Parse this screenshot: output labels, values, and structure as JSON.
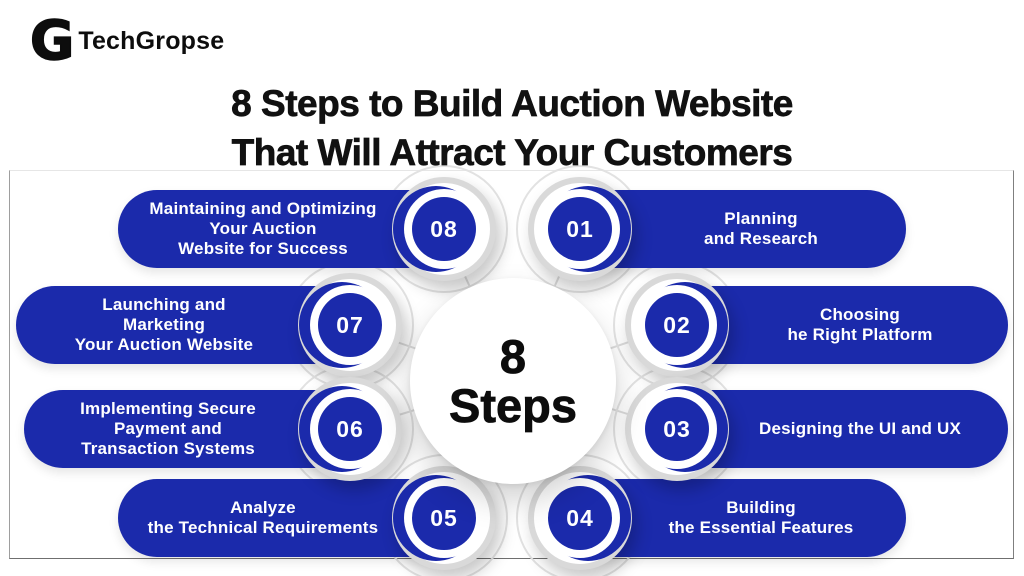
{
  "logo": {
    "glyph": "G",
    "text": "TechGropse"
  },
  "title": {
    "line1": "8 Steps to Build Auction Website",
    "line2": "That Will Attract Your Customers"
  },
  "center_badge": {
    "value": "8",
    "label": "Steps"
  },
  "colors": {
    "primary_blue": "#1b2aab",
    "badge_ring_gray": "#d9d9d9",
    "connector_gray": "#dcdcdc",
    "title_black": "#111111",
    "pill_text_white": "#ffffff"
  },
  "steps": [
    {
      "number": "01",
      "side": "right",
      "lines": [
        "Planning",
        "and Research"
      ]
    },
    {
      "number": "02",
      "side": "right",
      "lines": [
        "Choosing",
        "he Right Platform"
      ]
    },
    {
      "number": "03",
      "side": "right",
      "lines": [
        "Designing the UI and UX"
      ]
    },
    {
      "number": "04",
      "side": "right",
      "lines": [
        "Building",
        "the Essential Features"
      ]
    },
    {
      "number": "05",
      "side": "left",
      "lines": [
        "Analyze",
        "the Technical Requirements"
      ]
    },
    {
      "number": "06",
      "side": "left",
      "lines": [
        "Implementing Secure",
        "Payment and",
        "Transaction Systems"
      ]
    },
    {
      "number": "07",
      "side": "left",
      "lines": [
        "Launching and",
        "Marketing",
        "Your Auction Website"
      ]
    },
    {
      "number": "08",
      "side": "left",
      "lines": [
        "Maintaining and Optimizing",
        "Your Auction",
        "Website for Success"
      ]
    }
  ]
}
